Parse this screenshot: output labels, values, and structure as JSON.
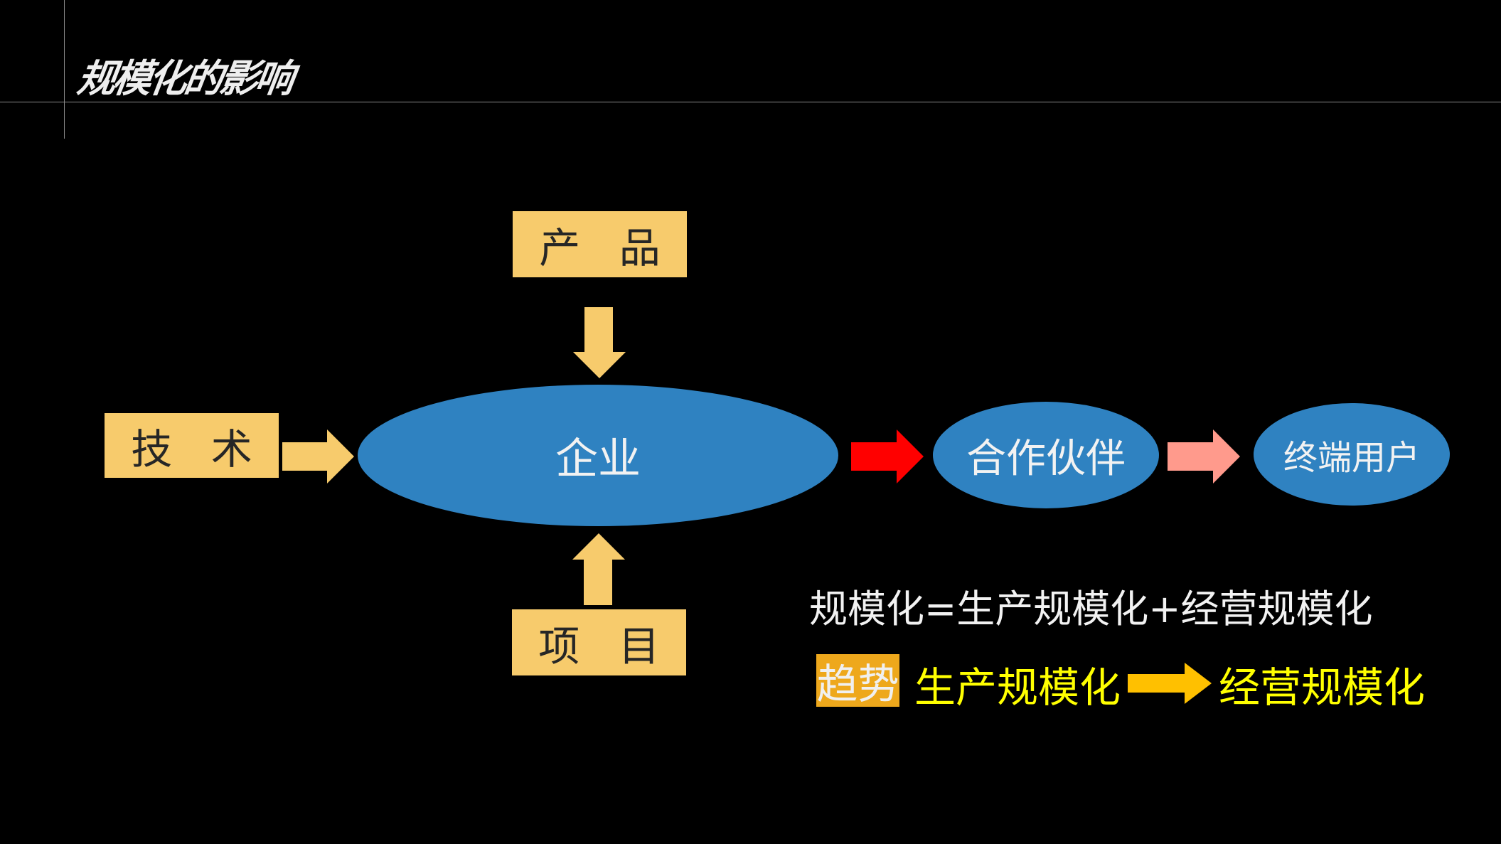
{
  "title": "规模化的影响",
  "diagram": {
    "product": "产 品",
    "technology": "技 术",
    "project": "项 目",
    "enterprise": "企业",
    "partner": "合作伙伴",
    "end_user": "终端用户"
  },
  "formula": "规模化=生产规模化+经营规模化",
  "trend": {
    "label": "趋势",
    "from": "生产规模化",
    "to": "经营规模化"
  },
  "colors": {
    "box": "#f7cb6c",
    "ellipse": "#2f82c1",
    "red_arrow": "#ff0000",
    "pink_arrow": "#ff9a8c",
    "trend_arrow": "#ffc000",
    "trend_text": "#ffff00"
  }
}
